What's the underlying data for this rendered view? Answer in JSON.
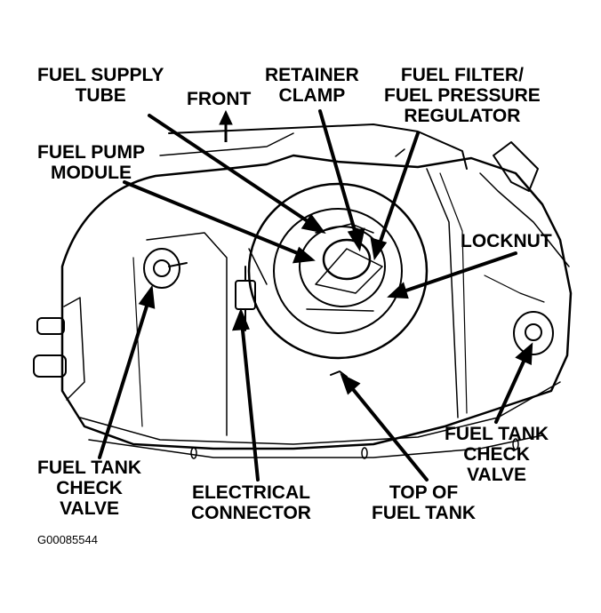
{
  "labels": {
    "fuel_supply_tube": [
      "FUEL SUPPLY",
      "TUBE"
    ],
    "front": "FRONT",
    "retainer_clamp": [
      "RETAINER",
      "CLAMP"
    ],
    "fuel_filter_regulator": [
      "FUEL FILTER/",
      "FUEL PRESSURE",
      "REGULATOR"
    ],
    "fuel_pump_module": [
      "FUEL PUMP",
      "MODULE"
    ],
    "locknut": "LOCKNUT",
    "check_valve_left": [
      "FUEL TANK",
      "CHECK",
      "VALVE"
    ],
    "electrical_connector": [
      "ELECTRICAL",
      "CONNECTOR"
    ],
    "top_of_tank": [
      "TOP OF",
      "FUEL TANK"
    ],
    "check_valve_right": [
      "FUEL TANK",
      "CHECK",
      "VALVE"
    ]
  },
  "figure_id": "G00085544"
}
